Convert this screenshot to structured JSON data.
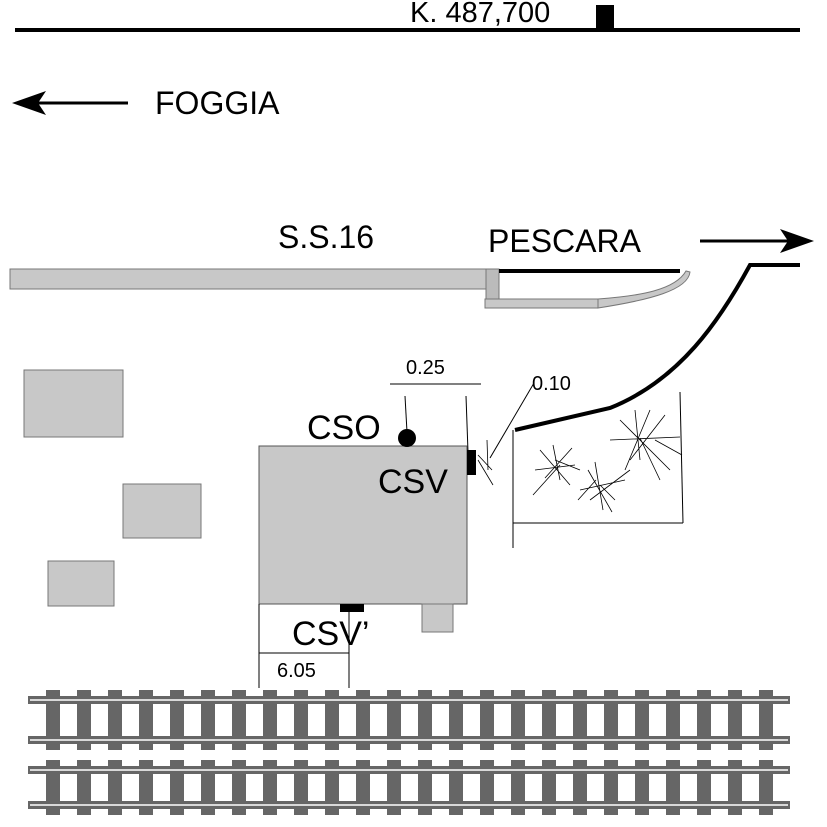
{
  "km_marker": {
    "label": "K. 487,700"
  },
  "directions": {
    "west": "FOGGIA",
    "east": "PESCARA"
  },
  "road": {
    "label": "S.S.16"
  },
  "building_labels": {
    "cso": "CSO",
    "csv": "CSV",
    "csv_prime": "CSV’"
  },
  "dimensions": {
    "top": "0.25",
    "diagonal": "0.10",
    "bottom": "6.05"
  },
  "colors": {
    "fill_gray": "#c8c8c8",
    "track_gray": "#666666",
    "ink": "#000000"
  }
}
